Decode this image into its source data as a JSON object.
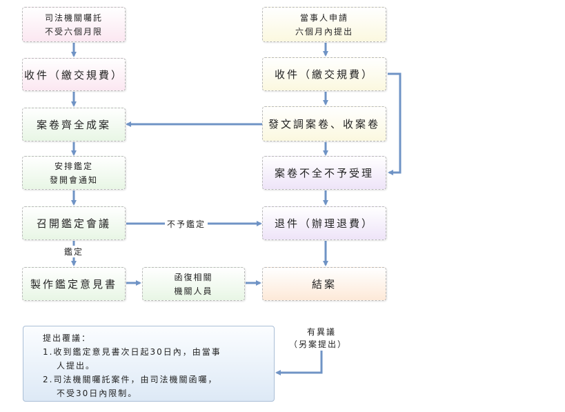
{
  "left_column": {
    "judicial_request": [
      "司法機關囑託",
      "不受六個月限"
    ],
    "receive_fee": "收件（繳交規費）",
    "case_complete": "案卷齊全成案",
    "schedule_meeting": [
      "安排鑑定",
      "發開會通知"
    ],
    "convene_meeting": "召開鑑定會議",
    "write_opinion": "製作鑑定意見書",
    "reply_agencies": [
      "函復相關",
      "機關人員"
    ]
  },
  "right_column": {
    "party_apply": [
      "當事人申請",
      "六個月內提出"
    ],
    "receive_fee": "收件（繳交規費）",
    "request_files": "發文調案卷、收案卷",
    "incomplete_reject": "案卷不全不予受理",
    "return_refund": "退件（辦理退費）",
    "close_case": "結案"
  },
  "edge_labels": {
    "no_appraisal": "不予鑑定",
    "appraisal": "鑑定",
    "objection": [
      "有異議",
      "（另案提出）"
    ]
  },
  "note": {
    "title": "提出覆議：",
    "item1": [
      "1.收到鑑定意見書次日起30日內，由當事",
      "人提出。"
    ],
    "item2": [
      "2.司法機關囑託案件，由司法機關函囑，",
      "不受30日內限制。"
    ]
  },
  "colors": {
    "arrow": "#6f93c5",
    "pink": "#fbe7f1",
    "green": "#e8f6e5",
    "yellow": "#fbf8df",
    "purple": "#eee4f8",
    "orange": "#fde9d8",
    "blue": "#dde9f7"
  }
}
